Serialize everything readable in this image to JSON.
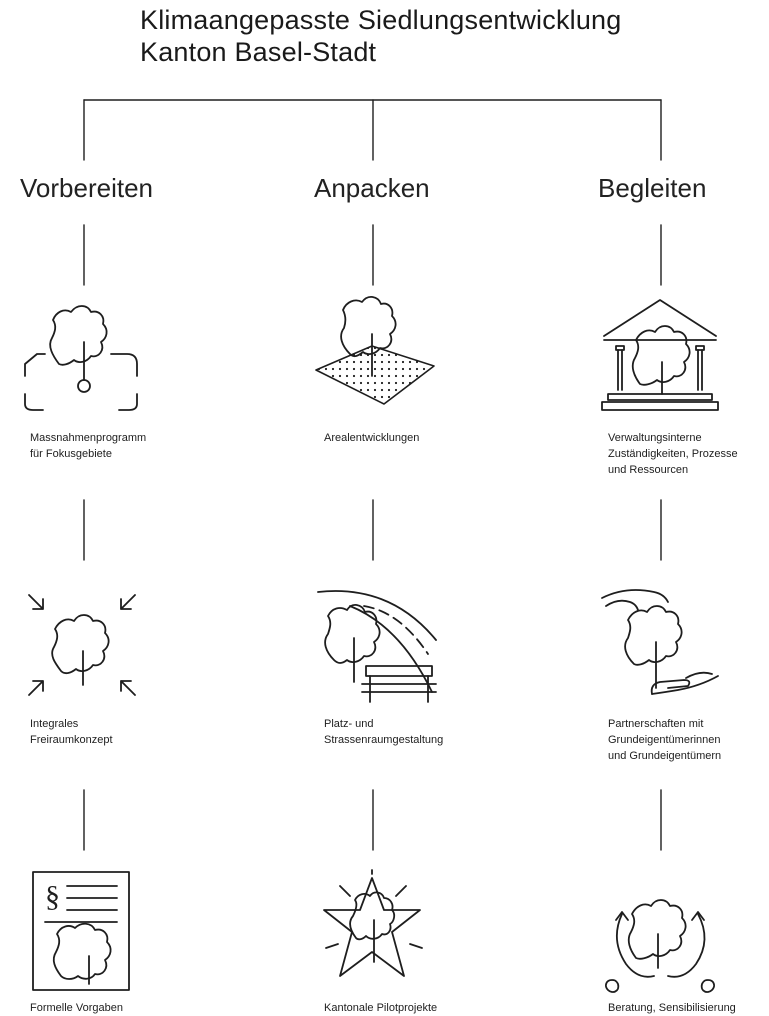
{
  "title": {
    "line1": "Klimaangepasste Siedlungsentwicklung",
    "line2": "Kanton Basel-Stadt"
  },
  "columns": [
    {
      "heading": "Vorbereiten",
      "items": [
        {
          "icon": "tree-focus-frame-icon",
          "caption": "Massnahmenprogramm\nfür Fokusgebiete"
        },
        {
          "icon": "tree-converging-arrows-icon",
          "caption": "Integrales\nFreiraumkonzept"
        },
        {
          "icon": "tree-legal-document-icon",
          "caption": "Formelle Vorgaben"
        }
      ]
    },
    {
      "heading": "Anpacken",
      "items": [
        {
          "icon": "tree-dotted-site-icon",
          "caption": "Arealentwicklungen"
        },
        {
          "icon": "tree-bench-street-icon",
          "caption": "Platz- und\nStrassenraumgestaltung"
        },
        {
          "icon": "tree-star-burst-icon",
          "caption": "Kantonale Pilotprojekte"
        }
      ]
    },
    {
      "heading": "Begleiten",
      "items": [
        {
          "icon": "tree-building-columns-icon",
          "caption": "Verwaltungsinterne\nZuständigkeiten, Prozesse\nund Ressourcen"
        },
        {
          "icon": "tree-hands-icon",
          "caption": "Partnerschaften mit\nGrundeigentümerinnen\nund Grundeigentümern"
        },
        {
          "icon": "tree-circular-arrows-icon",
          "caption": "Beratung, Sensibilisierung"
        }
      ]
    }
  ]
}
